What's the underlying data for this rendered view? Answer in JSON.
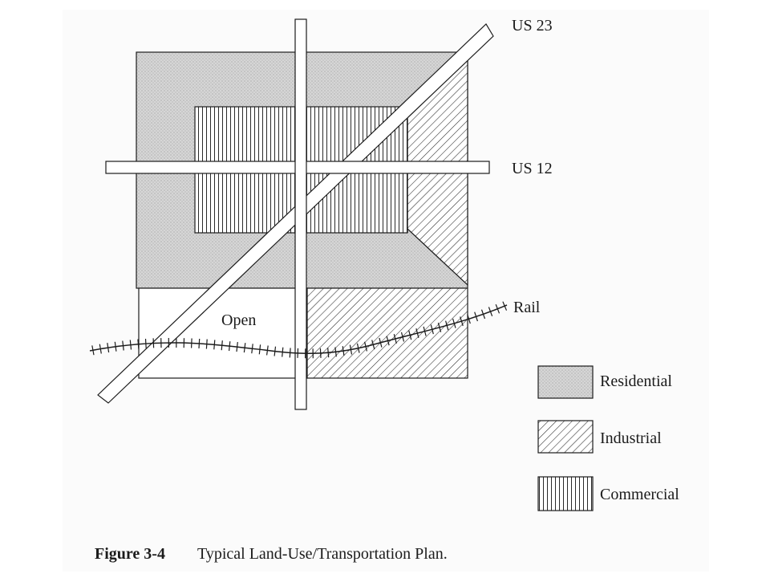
{
  "figure": {
    "caption_number": "Figure 3-4",
    "caption_text": "Typical Land-Use/Transportation Plan."
  },
  "roads": {
    "us23": "US 23",
    "us12": "US 12",
    "rail": "Rail"
  },
  "zones": {
    "open": "Open"
  },
  "legend": [
    {
      "label": "Residential",
      "pattern": "dots"
    },
    {
      "label": "Industrial",
      "pattern": "diagonal-hatch"
    },
    {
      "label": "Commercial",
      "pattern": "vertical-lines"
    }
  ],
  "colors": {
    "residential_fill": "#d4d4d4",
    "line": "#1c1c1c",
    "page": "#ffffff"
  }
}
